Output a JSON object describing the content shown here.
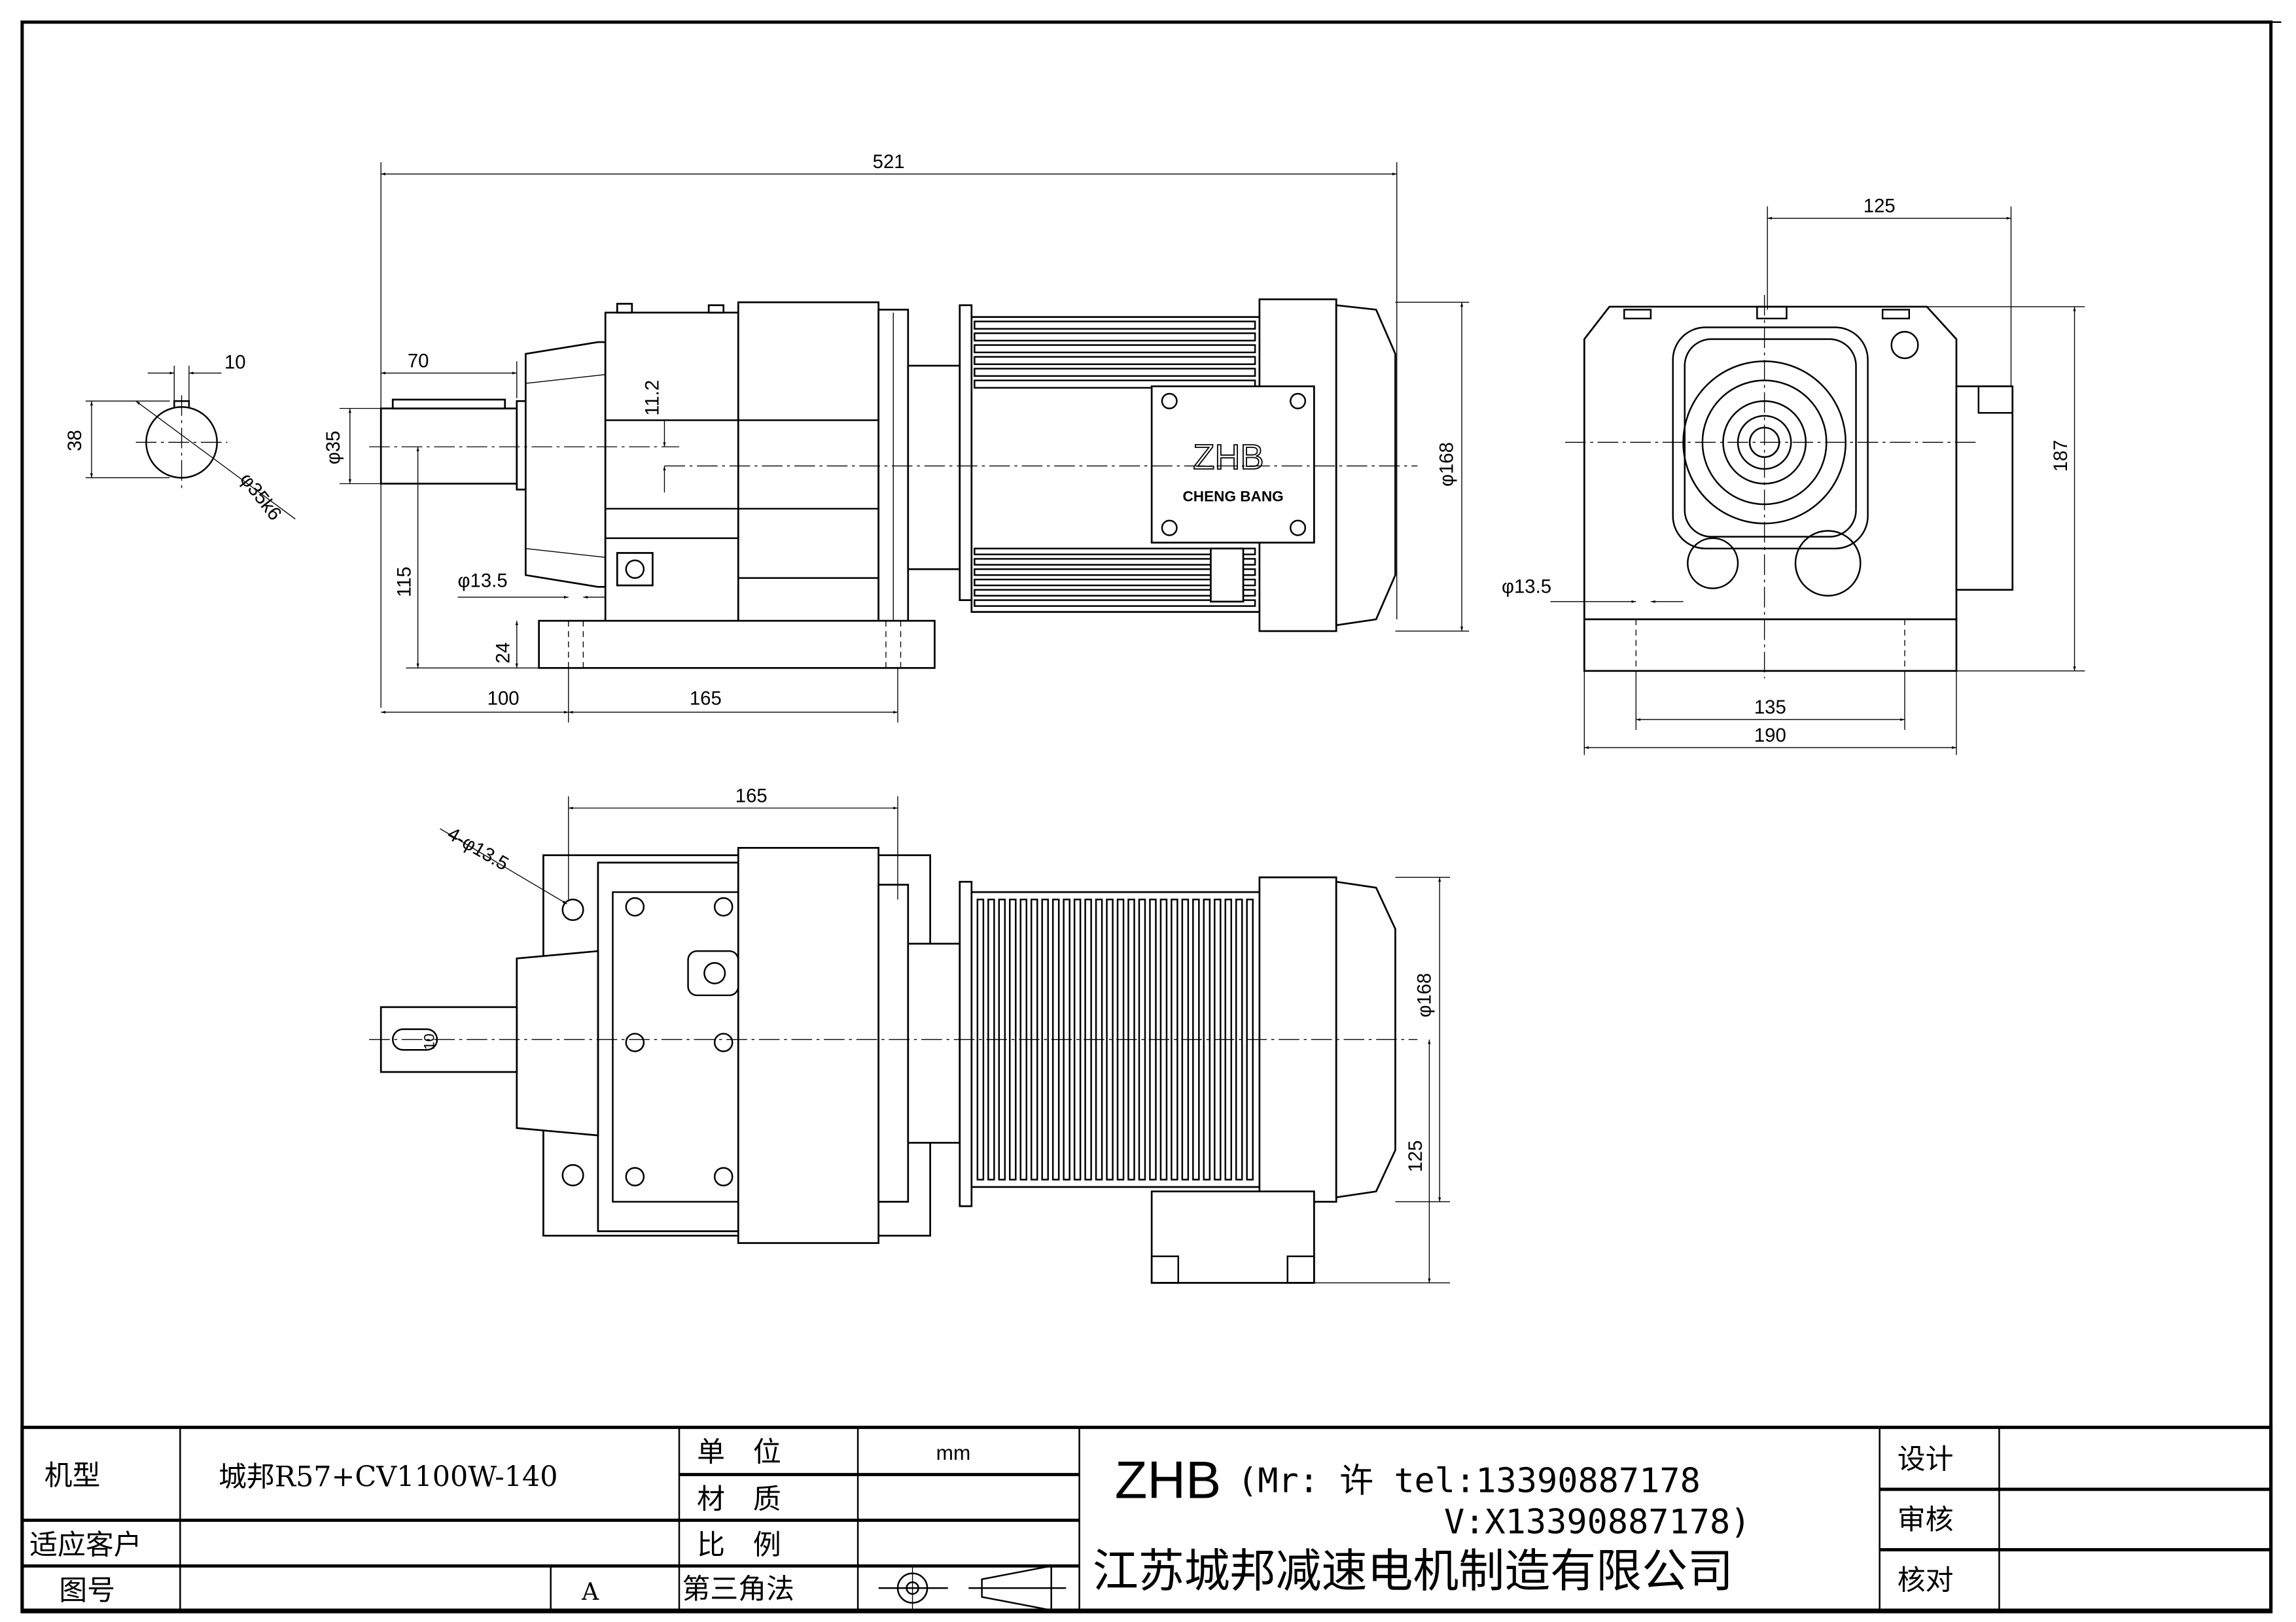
{
  "section_view": {
    "key_width": "10",
    "height": "38",
    "diameter": "φ35k6"
  },
  "front_view": {
    "overall_length": "521",
    "shaft_length": "70",
    "shaft_diameter": "φ35",
    "offset": "11.2",
    "motor_diameter": "φ168",
    "center_height": "115",
    "hole_diameter": "φ13.5",
    "foot_thickness": "24",
    "shaft_to_hole": "100",
    "hole_spacing": "165"
  },
  "side_view": {
    "width_top": "125",
    "height": "187",
    "hole_diameter": "φ13.5",
    "hole_spacing": "135",
    "foot_width": "190"
  },
  "top_view": {
    "hole_spacing": "165",
    "holes": "4-φ13.5",
    "key_width": "10",
    "motor_diameter": "φ168",
    "box_offset": "125"
  },
  "motor_label": {
    "brand": "ZHB",
    "name": "CHENG BANG"
  },
  "title_block": {
    "model_label": "机型",
    "model_value": "城邦R57+CV1100W-140",
    "customer_label": "适应客户",
    "drawing_no_label": "图号",
    "revision": "A",
    "unit_label": "单　位",
    "unit_value": "mm",
    "material_label": "材　质",
    "scale_label": "比　例",
    "projection_label": "第三角法",
    "brand": "ZHB",
    "contact_line1": "(Mr: 许 tel:13390887178",
    "contact_line2": "V:X13390887178)",
    "company": "江苏城邦减速电机制造有限公司",
    "design_label": "设计",
    "review_label": "审核",
    "check_label": "核对"
  }
}
